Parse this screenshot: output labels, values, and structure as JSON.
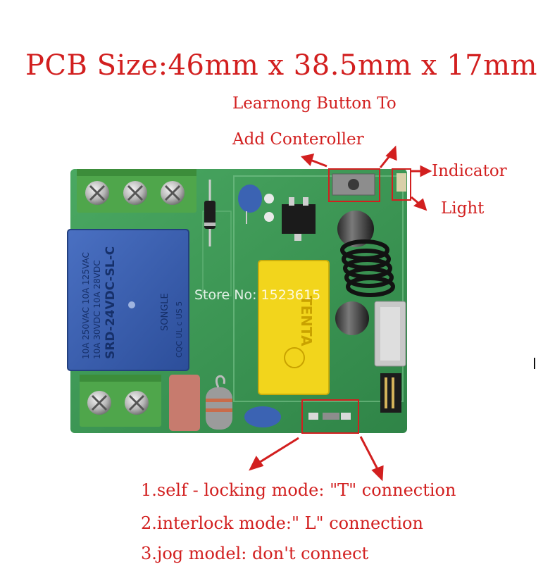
{
  "title": "PCB Size:46mm x 38.5mm x 17mm",
  "callouts": {
    "learning_line1": "Learnong Button To",
    "learning_line2": "Add Conteroller",
    "indicator": "Indicator",
    "light": "Light"
  },
  "modes": [
    "1.self - locking mode: \"T\" connection",
    "2.interlock mode:\" L\" connection",
    "3.jog model:  don't connect"
  ],
  "watermark": "Store No: 1523615",
  "relay": {
    "line1": "10A 250VAC 10A 125VAC",
    "line2": "10A 30VDC 10A 28VDC",
    "model": "SRD-24VDC-SL-C",
    "brand": "SONGLE",
    "marks": "CQC  UL  c US  5"
  },
  "capacitor_brand": "TENTA",
  "colors": {
    "label_red": "#d21f1f",
    "pcb_green": "#3f9a55",
    "relay_blue": "#3a5fb0",
    "terminal_green": "#4fa64b",
    "cap_yellow": "#f2d51c"
  }
}
